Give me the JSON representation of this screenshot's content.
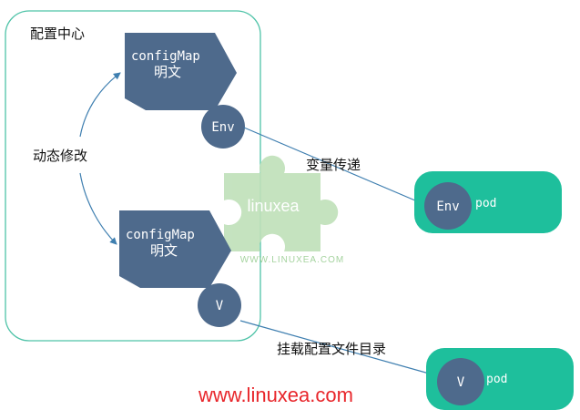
{
  "config_center": {
    "title": "配置中心"
  },
  "config_items": [
    {
      "name": "configMap",
      "desc": "明文",
      "mount": "Env"
    },
    {
      "name": "configMap",
      "desc": "明文",
      "mount": "V"
    }
  ],
  "labels": {
    "dynamic_edit": "动态修改",
    "var_pass": "变量传递",
    "mount_dir": "挂载配置文件目录"
  },
  "pods": [
    {
      "badge": "Env",
      "name": "pod"
    },
    {
      "badge": "V",
      "name": "pod"
    }
  ],
  "watermark": {
    "logo_text": "linuxea",
    "site": "WWW.LINUXEA.COM"
  },
  "url": "www.linuxea.com",
  "colors": {
    "container_border": "#4fc3a8",
    "config_fill": "#4e6a8c",
    "pod_fill": "#1ebf9c",
    "badge_fill": "#4e6a8c",
    "arrow": "#3f7fb0",
    "url": "#e8262b",
    "watermark": "#bfe0b9"
  }
}
